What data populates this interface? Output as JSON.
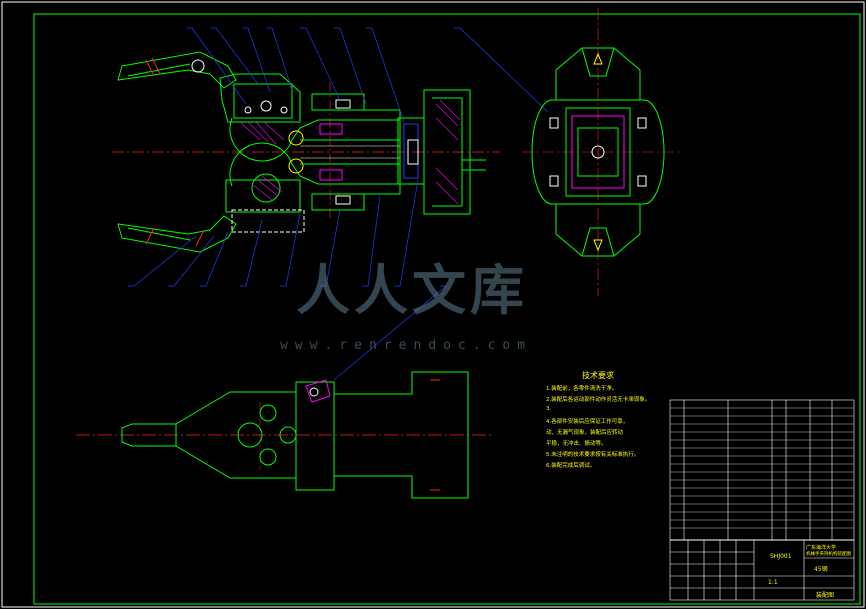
{
  "watermark": {
    "brand": "人人文库",
    "url": "www.renrendoc.com"
  },
  "tech_requirements": {
    "title": "技术要求",
    "lines": [
      "1.装配前，各零件清洗干净。",
      "2.装配后各运动部件动作灵活无卡滞现象。",
      "3.",
      "4.各部件安装后应保证工作可靠，",
      "动、无漏气现象，装配后应转动",
      "平稳，无冲击、振动等。",
      "5.未注明的技术要求按有关标准执行。",
      "6.装配完成后调试。"
    ]
  },
  "title_block": {
    "drawing_no": "SHJ001",
    "name_line1": "广东海洋大学",
    "name_line2": "机械手夹持机构装配图",
    "material": "45钢",
    "scale": "1:1",
    "sheet": "装配图"
  },
  "colors": {
    "background": "#000000",
    "outline": "#00ff00",
    "dims": "#1e3cff",
    "center": "#ff2020",
    "text": "#ffff00",
    "parts": "#ff00ff",
    "pins": "#ffffff",
    "border": "#ffffff"
  }
}
